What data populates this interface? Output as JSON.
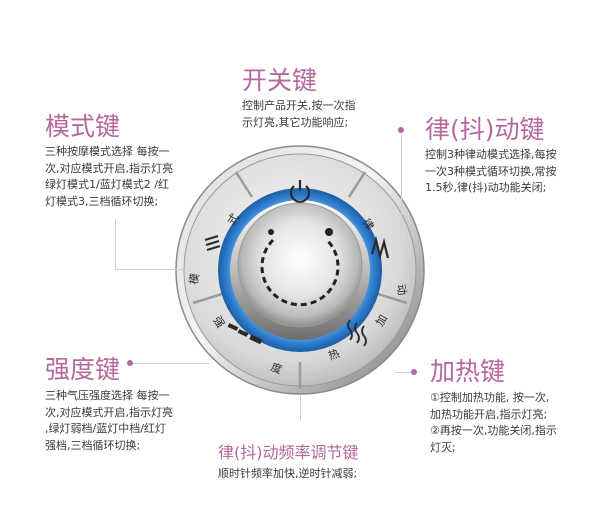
{
  "labels": {
    "power": {
      "title": "开关键",
      "lines": [
        "控制产品开关,按一次指",
        "示灯亮,其它功能响应;"
      ]
    },
    "mode": {
      "title": "模式键",
      "lines": [
        "三种按摩模式选择 每按一",
        "次,对应模式开启,指示灯亮",
        "绿灯模式1/蓝灯模式2 /红",
        "灯模式3,三档循环切换;"
      ]
    },
    "rhythm": {
      "title": "律(抖)动键",
      "lines": [
        "控制3种律动模式选择,每按",
        "一次3种模式循环切换,常按",
        "1.5秒,律(抖)动功能关闭;"
      ]
    },
    "intensity": {
      "title": "强度键",
      "lines": [
        "三种气压强度选择 每按一",
        "次,对应模式开启,指示灯亮",
        ",绿灯弱档/蓝灯中档/红灯",
        "强档,三档循环切换;"
      ]
    },
    "heat": {
      "title": "加热键",
      "lines": [
        "①控制加热功能, 按一次,",
        "加热功能开启,指示灯亮;",
        "②再按一次,功能关闭,指示",
        "灯灭;"
      ]
    },
    "knob": {
      "title": "律(抖)动频率调节键",
      "lines": [
        "顺时针频率加快,逆时针减弱;"
      ]
    }
  },
  "device": {
    "seg_labels": {
      "mode_a": "式",
      "mode_b": "模",
      "rhythm_a": "律",
      "rhythm_b": "动",
      "heat_a": "加",
      "heat_b": "热",
      "strength_a": "强",
      "strength_b": "度"
    },
    "icons": {
      "power": "power-icon",
      "mode": "three-lines-icon",
      "rhythm": "zigzag-wave-icon",
      "heat": "heat-waves-icon",
      "strength": "level-bars-icon"
    },
    "colors": {
      "accent": "#b5689e",
      "ring_blue": "#2f7fd0",
      "metal_light": "#f2f2f2",
      "metal_dark": "#8f8f8f"
    }
  }
}
